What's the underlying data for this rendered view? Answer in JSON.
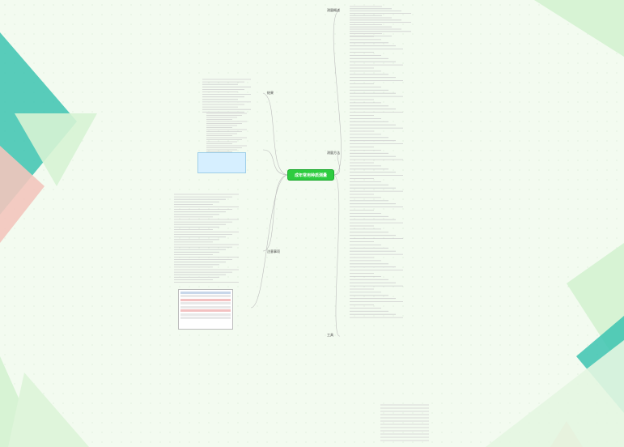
{
  "center": {
    "title": "成年常用种质测量"
  },
  "branches": [
    {
      "id": "b1",
      "label": "测量概述"
    },
    {
      "id": "b2",
      "label": "测量方法"
    },
    {
      "id": "b3",
      "label": "工具"
    },
    {
      "id": "b4",
      "label": "结果"
    },
    {
      "id": "b5",
      "label": "注意事项"
    }
  ],
  "colors": {
    "center_fill": "#2ecc40",
    "line": "#bdbdbd",
    "teal": "#3cc3b0",
    "pink": "#f7c8c0",
    "mint": "#d7f3d4"
  }
}
